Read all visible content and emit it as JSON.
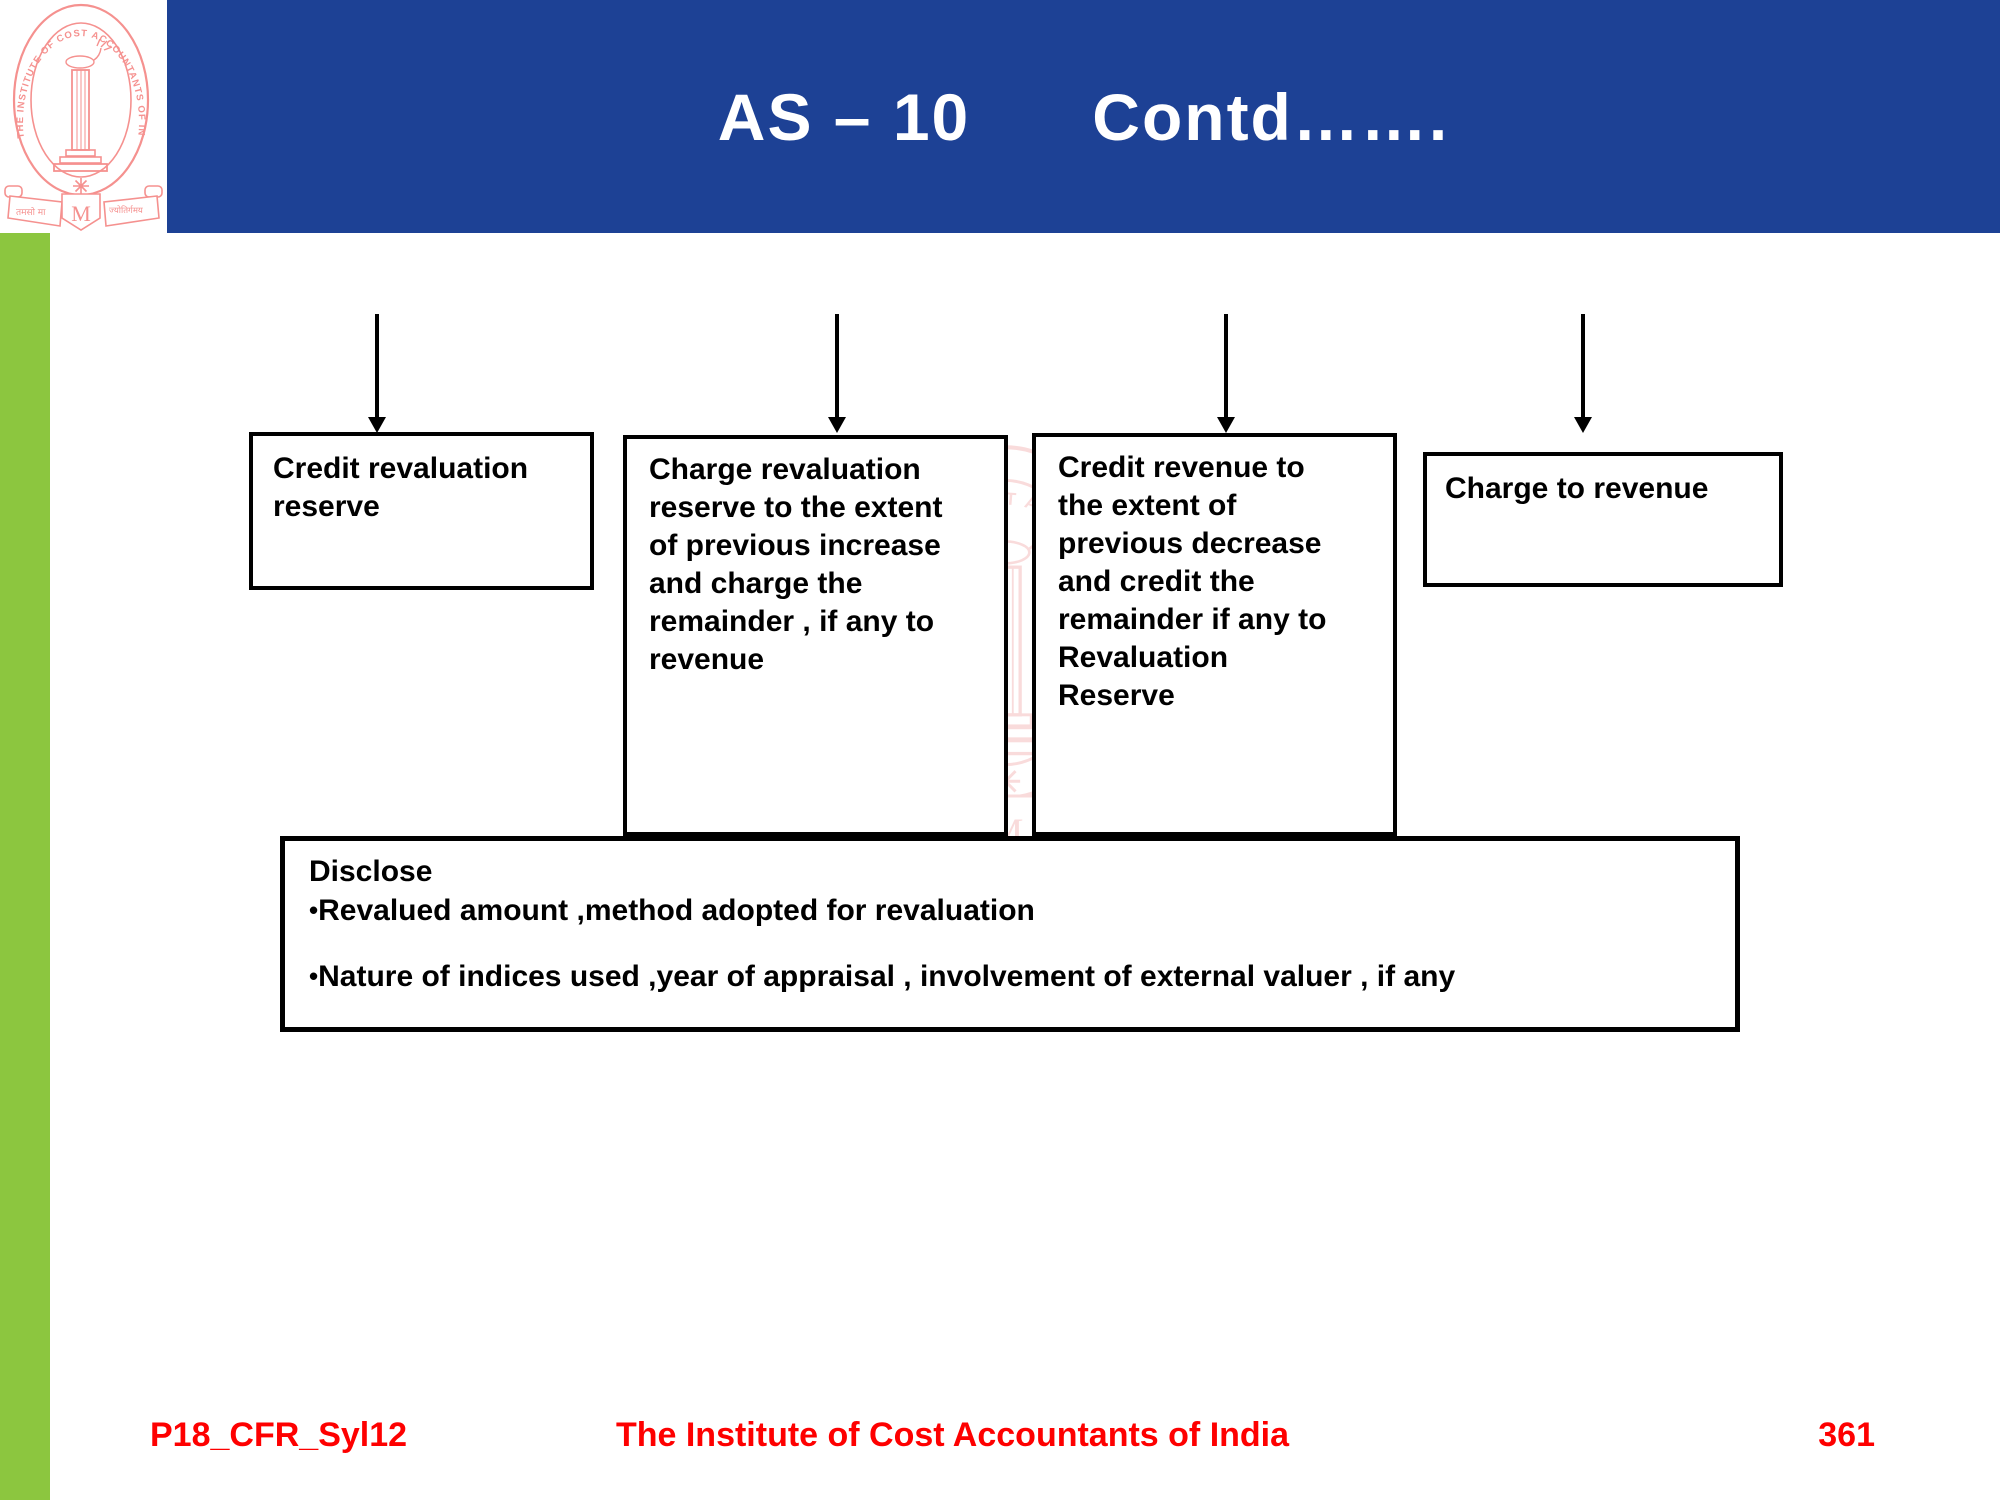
{
  "header": {
    "title": "AS – 10      Contd……."
  },
  "logo": {
    "ring_text": "THE INSTITUTE OF COST ACCOUNTANTS OF INDIA",
    "motto_left": "तमसो मा",
    "motto_right": "ज्योतिर्गमय",
    "monogram": "M"
  },
  "flow": {
    "boxes": [
      {
        "label": "Credit revaluation reserve"
      },
      {
        "label": "Charge revaluation reserve to the extent of previous increase and charge the remainder , if any to revenue"
      },
      {
        "label": "Credit revenue to the extent of previous decrease and credit the remainder if any to Revaluation Reserve"
      },
      {
        "label": "Charge to revenue"
      }
    ]
  },
  "disclose": {
    "heading": "Disclose",
    "bullet_glyph": "•",
    "bullets": [
      "Revalued amount ,method adopted for revaluation",
      "Nature of indices used ,year of appraisal , involvement of external valuer , if any"
    ]
  },
  "footer": {
    "left": "P18_CFR_Syl12",
    "center": "The Institute of Cost Accountants of India",
    "page": "361"
  },
  "colors": {
    "banner_blue": "#1d4195",
    "strip_green": "#8cc63f",
    "logo_pink": "#f5918f",
    "footer_red": "#fe0000",
    "text_black": "#000000"
  }
}
